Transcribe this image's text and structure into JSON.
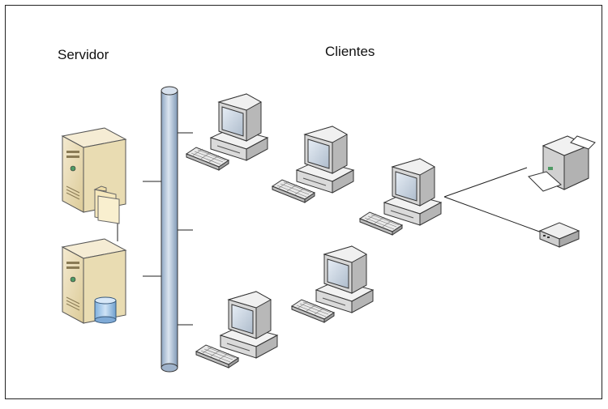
{
  "labels": {
    "server": "Servidor",
    "clients": "Clientes"
  },
  "nodes": {
    "servers": [
      "file-server-icon",
      "database-server-icon"
    ],
    "clients": [
      "workstation-icon",
      "workstation-icon",
      "workstation-icon",
      "workstation-icon",
      "workstation-icon"
    ],
    "peripherals": [
      "printer-icon",
      "network-device-icon"
    ],
    "bus": "network-bus-cylinder"
  },
  "colors": {
    "server_body": "#e9dcb2",
    "monitor_screen": "#c8d3df",
    "bus": "#aebfd4",
    "database": "#9fc3e6",
    "folder": "#f2e3b3"
  }
}
